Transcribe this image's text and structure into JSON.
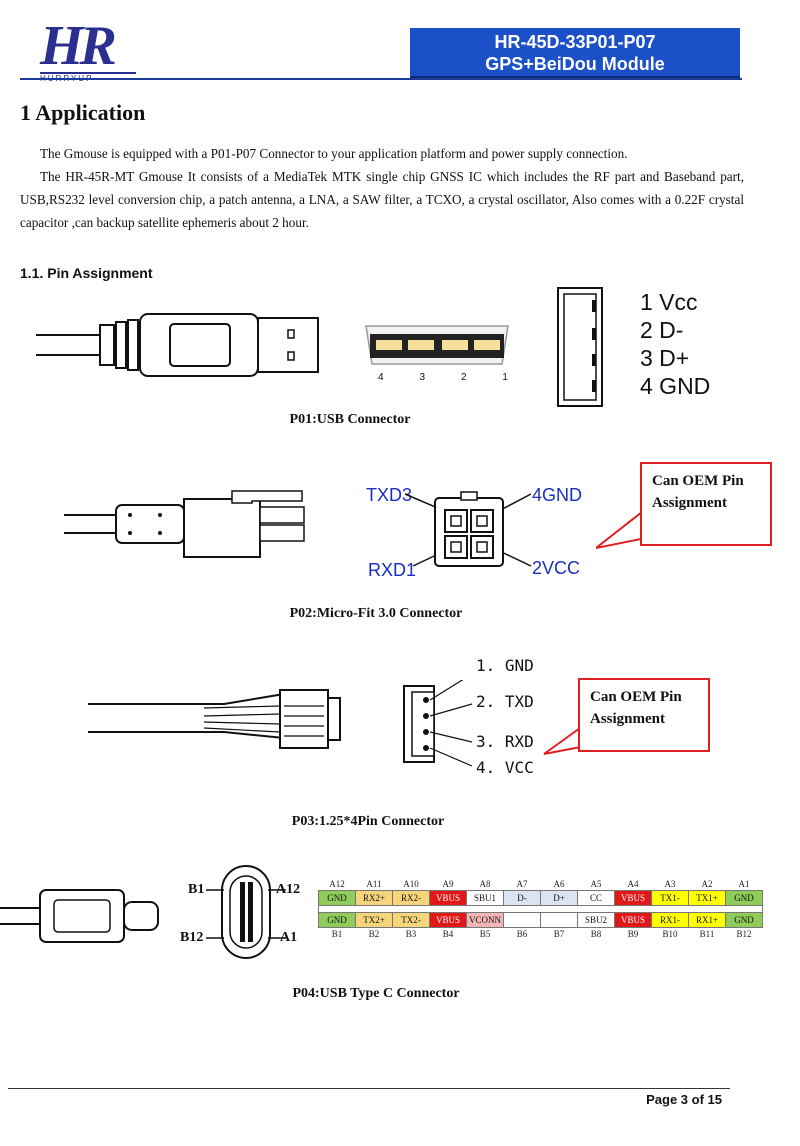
{
  "header": {
    "logo_letters": "HR",
    "logo_sub": "HURRYUP",
    "title_line1": "HR-45D-33P01-P07",
    "title_line2": "GPS+BeiDou Module"
  },
  "section": {
    "heading": "1 Application",
    "para1": "The Gmouse is equipped with a P01-P07 Connector to your application platform and power supply connection.",
    "para2": "The HR-45R-MT Gmouse It consists of a MediaTek MTK single chip GNSS IC which includes the RF part and Baseband part, USB,RS232 level conversion chip, a patch antenna, a LNA, a SAW filter, a TCXO, a crystal oscillator, Also comes with a 0.22F crystal capacitor ,can backup satellite ephemeris about 2 hour.",
    "subheading": "1.1. Pin Assignment"
  },
  "p01": {
    "caption": "P01:USB Connector",
    "pin_numbers": [
      "4",
      "3",
      "2",
      "1"
    ],
    "pins": [
      "1 Vcc",
      "2 D-",
      "3 D+",
      "4 GND"
    ]
  },
  "p02": {
    "caption": "P02:Micro-Fit 3.0 Connector",
    "txd": "TXD3",
    "gnd": "4GND",
    "rxd": "RXD1",
    "vcc": "2VCC",
    "callout": "Can OEM Pin Assignment"
  },
  "p03": {
    "caption": "P03:1.25*4Pin Connector",
    "pins": [
      "1. GND",
      "2. TXD",
      "3. RXD",
      "4. VCC"
    ],
    "callout": "Can OEM Pin Assignment"
  },
  "p04": {
    "caption": "P04:USB Type C Connector",
    "b1": "B1",
    "a12": "A12",
    "b12": "B12",
    "a1": "A1",
    "top_labels": [
      "A12",
      "A11",
      "A10",
      "A9",
      "A8",
      "A7",
      "A6",
      "A5",
      "A4",
      "A3",
      "A2",
      "A1"
    ],
    "top_signals": [
      "GND",
      "RX2+",
      "RX2-",
      "VBUS",
      "SBU1",
      "D-",
      "D+",
      "CC",
      "VBUS",
      "TX1-",
      "TX1+",
      "GND"
    ],
    "bottom_signals": [
      "GND",
      "TX2+",
      "TX2-",
      "VBUS",
      "VCONN",
      "",
      "",
      "SBU2",
      "VBUS",
      "RX1-",
      "RX1+",
      "GND"
    ],
    "bottom_labels": [
      "B1",
      "B2",
      "B3",
      "B4",
      "B5",
      "B6",
      "B7",
      "B8",
      "B9",
      "B10",
      "B11",
      "B12"
    ],
    "colors": {
      "gnd": "#8fcc5a",
      "rx_tx": "#f7d57a",
      "vbus": "#e01818",
      "sbu": "#ffffff",
      "data": "#dbe4f3",
      "vconn": "#f3b6b6",
      "tx_yellow": "#ffff00"
    }
  },
  "footer": {
    "page": "Page 3 of 15"
  }
}
